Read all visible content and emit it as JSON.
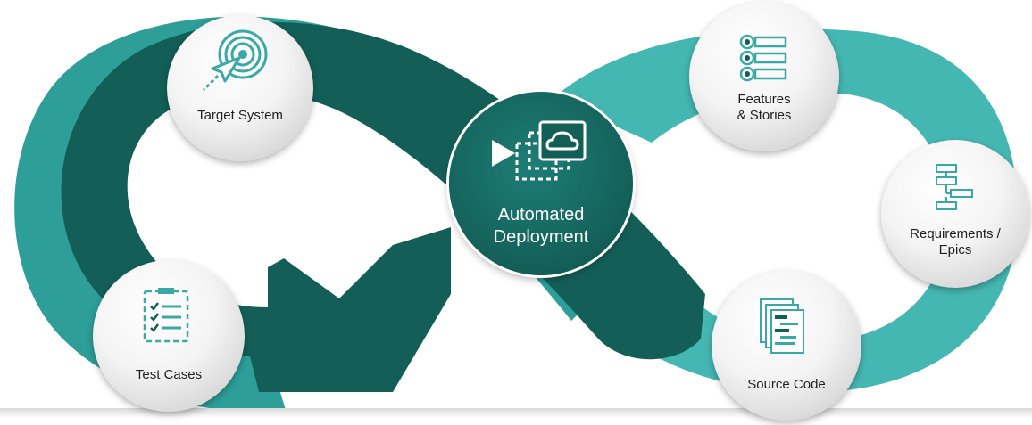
{
  "diagram": {
    "center": {
      "label_line1": "Automated",
      "label_line2": "Deployment",
      "icon": "play-cloud-deploy-icon"
    },
    "nodes": {
      "target_system": {
        "label": "Target System",
        "icon": "target-arrow-icon"
      },
      "test_cases": {
        "label": "Test Cases",
        "icon": "checklist-icon"
      },
      "features_stories": {
        "label_line1": "Features",
        "label_line2": "& Stories",
        "icon": "feature-list-icon"
      },
      "requirements_epics": {
        "label_line1": "Requirements /",
        "label_line2": "Epics",
        "icon": "flowchart-icon"
      },
      "source_code": {
        "label": "Source Code",
        "icon": "code-document-icon"
      }
    },
    "colors": {
      "dark_teal": "#135f58",
      "light_teal": "#45b7b3",
      "icon_teal": "#3aa9a5"
    }
  }
}
